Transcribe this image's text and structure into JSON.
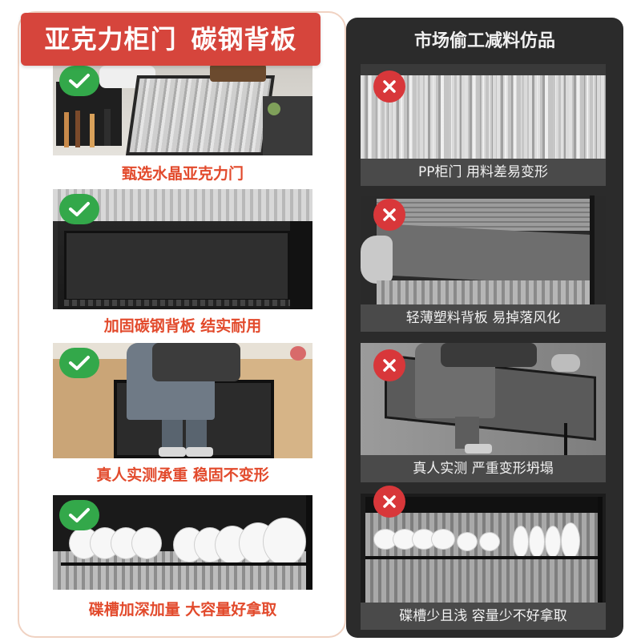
{
  "left": {
    "title": "亚克力柜门  碳钢背板",
    "title_parts": [
      "亚克力柜门",
      "碳钢背板"
    ],
    "cards": [
      {
        "caption": "甄选水晶亚克力门"
      },
      {
        "caption": "加固碳钢背板 结实耐用"
      },
      {
        "caption": "真人实测承重 稳固不变形"
      },
      {
        "caption": "碟槽加深加量 大容量好拿取"
      }
    ]
  },
  "right": {
    "title": "市场偷工减料仿品",
    "cards": [
      {
        "caption": "PP柜门 用料差易变形"
      },
      {
        "caption": "轻薄塑料背板 易掉落风化"
      },
      {
        "caption": "真人实测 严重变形坍塌"
      },
      {
        "caption": "碟槽少且浅 容量少不好拿取"
      }
    ]
  },
  "colors": {
    "banner_red": "#d6453c",
    "caption_orange": "#e24a2c",
    "check_green": "#33a84a",
    "cross_red": "#d8373a",
    "dark_panel": "#2b2b2b"
  }
}
